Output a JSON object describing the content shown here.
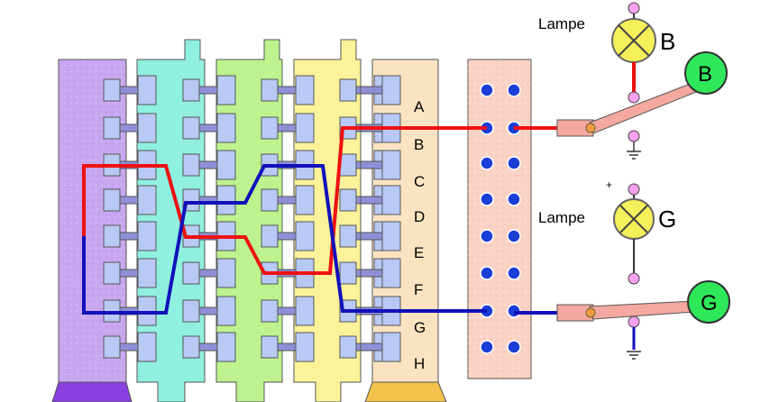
{
  "rows": [
    "A",
    "B",
    "C",
    "D",
    "E",
    "F",
    "G",
    "H"
  ],
  "lamp_b": {
    "label": "Lampe",
    "letter": "B"
  },
  "lamp_g": {
    "label": "Lampe",
    "letter": "G",
    "plus": "+"
  },
  "button_b": {
    "label": "B"
  },
  "button_g": {
    "label": "G"
  },
  "colors": {
    "wafer_1": "#c9a6f0",
    "wafer_2": "#8ff0e0",
    "wafer_3": "#bdf28e",
    "wafer_4": "#fbf29a",
    "wafer_5": "#fbe3c2",
    "terminal_board": "#fbd3c4",
    "red_wire": "#ee1111",
    "blue_wire": "#1111bb",
    "lamp_fill": "#f5f05a",
    "button_fill": "#2fe85a",
    "contact": "#b9c9f5",
    "dot": "#1a3ed6"
  }
}
